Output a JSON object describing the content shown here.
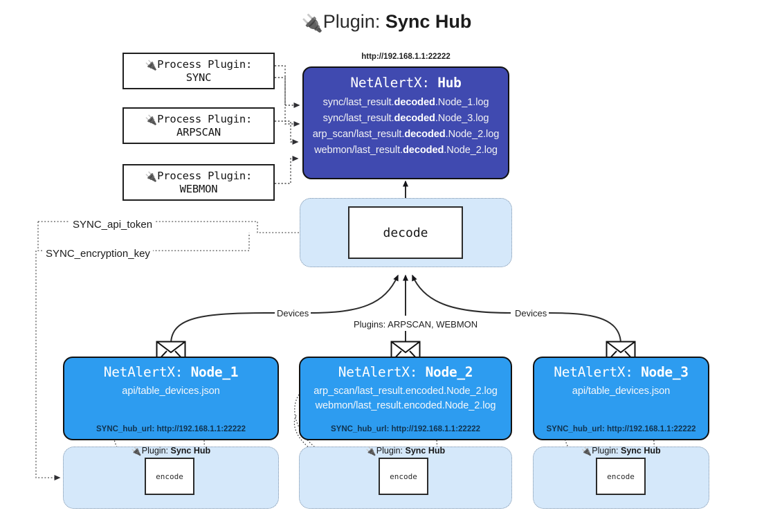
{
  "title": {
    "icon": "plug-icon",
    "prefix": "Plugin:",
    "name": "Sync Hub"
  },
  "process_plugins": [
    {
      "icon": "plug-icon",
      "line1": "Process Plugin:",
      "line2": "SYNC"
    },
    {
      "icon": "plug-icon",
      "line1": "Process Plugin:",
      "line2": "ARPSCAN"
    },
    {
      "icon": "plug-icon",
      "line1": "Process Plugin:",
      "line2": "WEBMON"
    }
  ],
  "hub": {
    "url": "http://192.168.1.1:22222",
    "title_prefix": "NetAlertX:",
    "title_name": "Hub",
    "lines": [
      {
        "pre": "sync/last_result.",
        "strong": "decoded",
        "post": ".Node_1.log"
      },
      {
        "pre": "sync/last_result.",
        "strong": "decoded",
        "post": ".Node_3.log"
      },
      {
        "pre": "arp_scan/last_result.",
        "strong": "decoded",
        "post": ".Node_2.log"
      },
      {
        "pre": "webmon/last_result.",
        "strong": "decoded",
        "post": ".Node_2.log"
      }
    ]
  },
  "decode": {
    "label": "decode"
  },
  "tokens": {
    "api_token": "SYNC_api_token",
    "encryption_key": "SYNC_encryption_key"
  },
  "edge_labels": {
    "devices_left": "Devices",
    "devices_right": "Devices",
    "plugins_mid": "Plugins: ARPSCAN, WEBMON"
  },
  "nodes": [
    {
      "icon": "envelope-icon",
      "title_prefix": "NetAlertX:",
      "title_name": "Node_1",
      "lines": [
        "api/table_devices.json"
      ],
      "footer": "SYNC_hub_url: http://192.168.1.1:22222"
    },
    {
      "icon": "envelope-icon",
      "title_prefix": "NetAlertX:",
      "title_name": "Node_2",
      "lines": [
        "arp_scan/last_result.encoded.Node_2.log",
        "webmon/last_result.encoded.Node_2.log"
      ],
      "footer": "SYNC_hub_url: http://192.168.1.1:22222"
    },
    {
      "icon": "envelope-icon",
      "title_prefix": "NetAlertX:",
      "title_name": "Node_3",
      "lines": [
        "api/table_devices.json"
      ],
      "footer": "SYNC_hub_url: http://192.168.1.1:22222"
    }
  ],
  "sync_hub_boxes": [
    {
      "icon": "plug-icon",
      "label_prefix": "Plugin:",
      "label_name": "Sync Hub",
      "encode": "encode"
    },
    {
      "icon": "plug-icon",
      "label_prefix": "Plugin:",
      "label_name": "Sync Hub",
      "encode": "encode"
    },
    {
      "icon": "plug-icon",
      "label_prefix": "Plugin:",
      "label_name": "Sync Hub",
      "encode": "encode"
    }
  ],
  "colors": {
    "hub_fill": "#404ab0",
    "node_fill": "#2d9cf0",
    "container_fill": "#d5e8fa",
    "stroke": "#111111"
  }
}
